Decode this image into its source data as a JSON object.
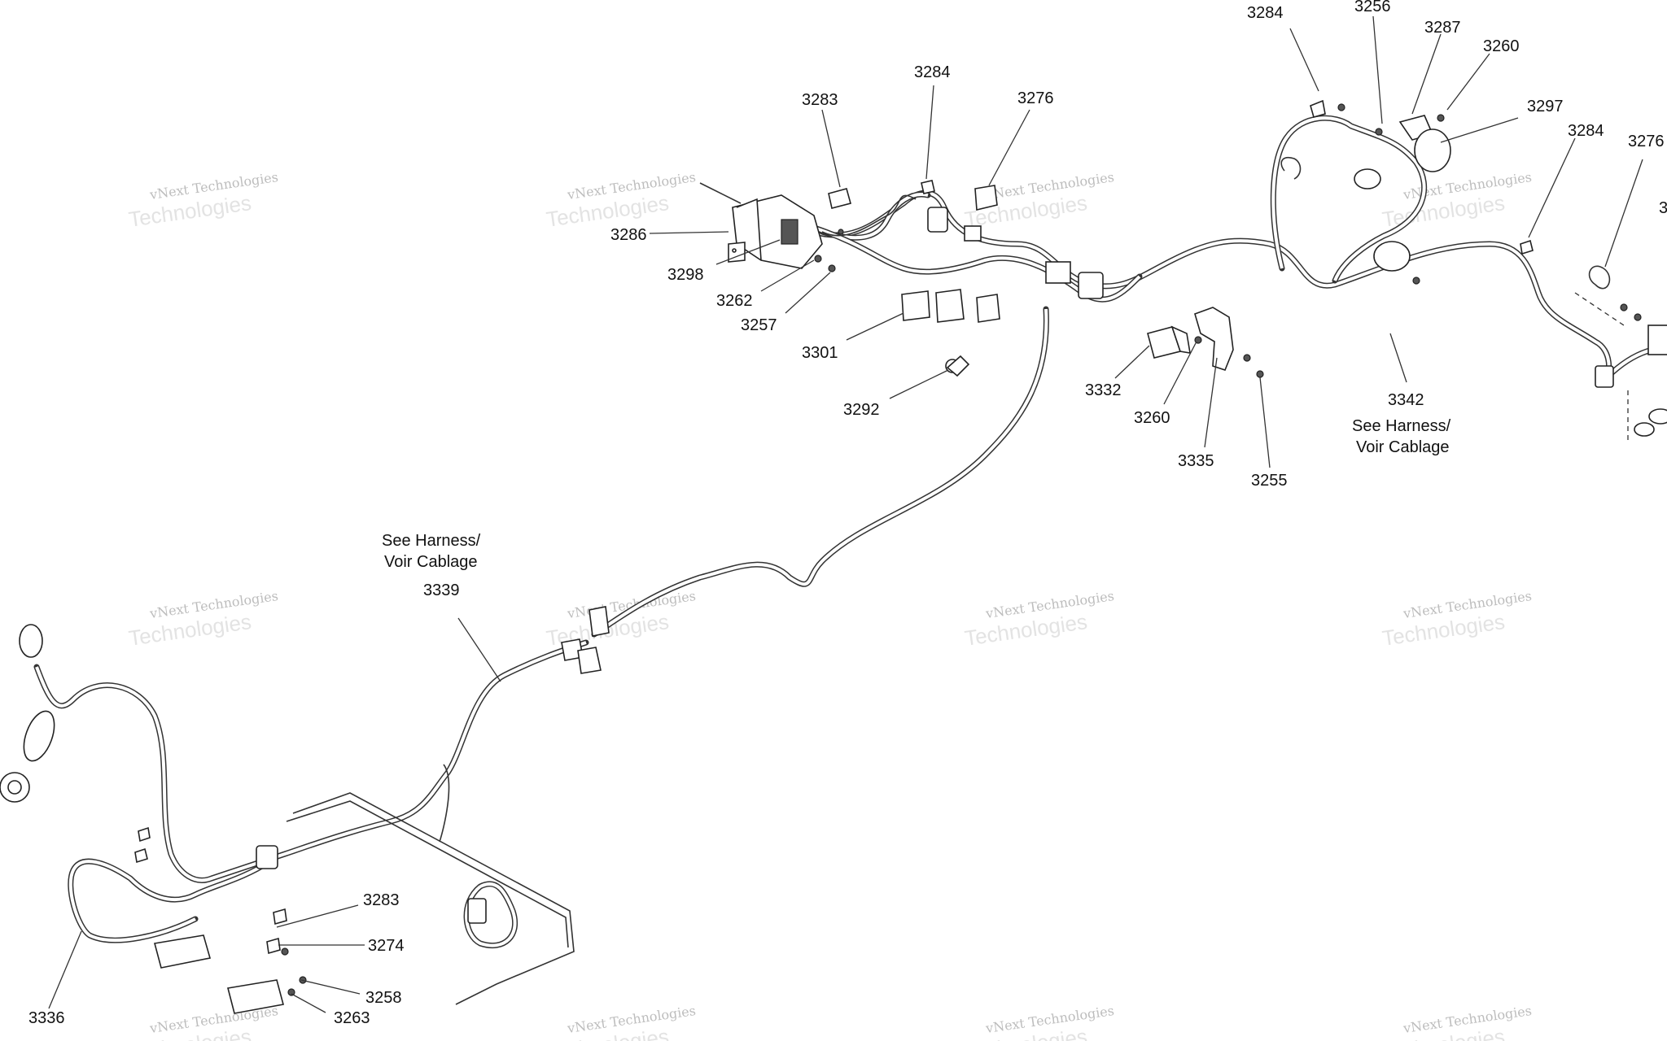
{
  "watermark": {
    "line1": "vNext Technologies",
    "line2": "Technologies"
  },
  "callouts": [
    {
      "id": "c3284a",
      "label": "3284"
    },
    {
      "id": "c3256",
      "label": "3256"
    },
    {
      "id": "c3287",
      "label": "3287"
    },
    {
      "id": "c3260a",
      "label": "3260"
    },
    {
      "id": "c3297",
      "label": "3297"
    },
    {
      "id": "c3284b",
      "label": "3284"
    },
    {
      "id": "c3276a",
      "label": "3276"
    },
    {
      "id": "c3283a",
      "label": "3283"
    },
    {
      "id": "c3284c",
      "label": "3284"
    },
    {
      "id": "c3276b",
      "label": "3276"
    },
    {
      "id": "c3286",
      "label": "3286"
    },
    {
      "id": "c3298",
      "label": "3298"
    },
    {
      "id": "c3262",
      "label": "3262"
    },
    {
      "id": "c3257",
      "label": "3257"
    },
    {
      "id": "c3301",
      "label": "3301"
    },
    {
      "id": "c3292",
      "label": "3292"
    },
    {
      "id": "c3332",
      "label": "3332"
    },
    {
      "id": "c3260b",
      "label": "3260"
    },
    {
      "id": "c3335",
      "label": "3335"
    },
    {
      "id": "c3255",
      "label": "3255"
    },
    {
      "id": "c3342",
      "label": "3342"
    },
    {
      "id": "c3339",
      "label": "3339"
    },
    {
      "id": "c3283b",
      "label": "3283"
    },
    {
      "id": "c3274",
      "label": "3274"
    },
    {
      "id": "c3258",
      "label": "3258"
    },
    {
      "id": "c3263",
      "label": "3263"
    },
    {
      "id": "c3336",
      "label": "3336"
    },
    {
      "id": "c3edge",
      "label": "3"
    }
  ],
  "notes": {
    "harness_right_line1": "See Harness/",
    "harness_right_line2": "Voir Cablage",
    "harness_left_line1": "See Harness/",
    "harness_left_line2": "Voir Cablage"
  }
}
